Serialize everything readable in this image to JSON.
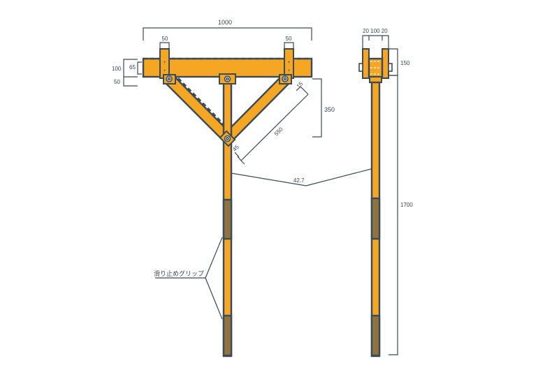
{
  "dimensions": {
    "overall_width": "1000",
    "bracket_left_width": "50",
    "bracket_right_width": "50",
    "beam_height": "100",
    "beam_inner": "65",
    "bracket_drop": "50",
    "brace_gap": "15",
    "brace_height": "350",
    "brace_length": "550",
    "angle": "45",
    "pole_diameter": "42.7",
    "side_widths": "20 100 20",
    "side_top_height": "150",
    "total_height": "1700"
  },
  "labels": {
    "grip": "滑り止めグリップ"
  },
  "colors": {
    "wood": "#f5a623",
    "line": "#3a4a58"
  }
}
